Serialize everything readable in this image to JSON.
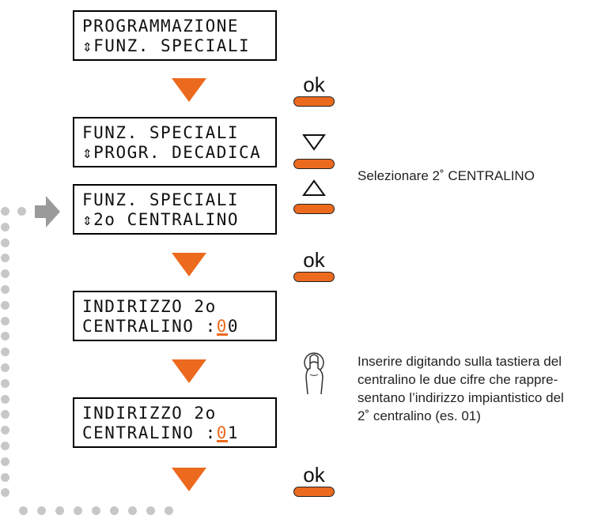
{
  "colors": {
    "accent": "#ec6a1e",
    "loop": "#c7c7c7",
    "arrow": "#9a9a9a"
  },
  "screens": [
    {
      "line1": "PROGRAMMAZIONE",
      "line2": "FUNZ. SPECIALI",
      "updown": "⇕"
    },
    {
      "line1": "FUNZ. SPECIALI",
      "line2": "PROGR. DECADICA",
      "updown": "⇕"
    },
    {
      "line1": "FUNZ. SPECIALI",
      "line2": "2o CENTRALINO",
      "updown": "⇕"
    },
    {
      "line1": "INDIRIZZO 2o",
      "line2_prefix": "CENTRALINO :",
      "cursor_digit": "0",
      "rest": "0"
    },
    {
      "line1": "INDIRIZZO 2o",
      "line2_prefix": "CENTRALINO :",
      "cursor_digit": "0",
      "rest": "1"
    }
  ],
  "keys": {
    "ok1": "ok",
    "down": "down-triangle-icon",
    "up": "up-triangle-icon",
    "ok2": "ok",
    "ok3": "ok"
  },
  "notes": {
    "select": "Selezionare 2˚ CENTRALINO",
    "insert": [
      "Inserire digitando sulla tastiera del",
      "centralino le due cifre che rappre-",
      "sentano l’indirizzo impiantistico del",
      "2˚ centralino (es. 01)"
    ]
  },
  "icons": {
    "finger": "finger-press-icon",
    "loop_arrow": "right-arrow-icon"
  }
}
